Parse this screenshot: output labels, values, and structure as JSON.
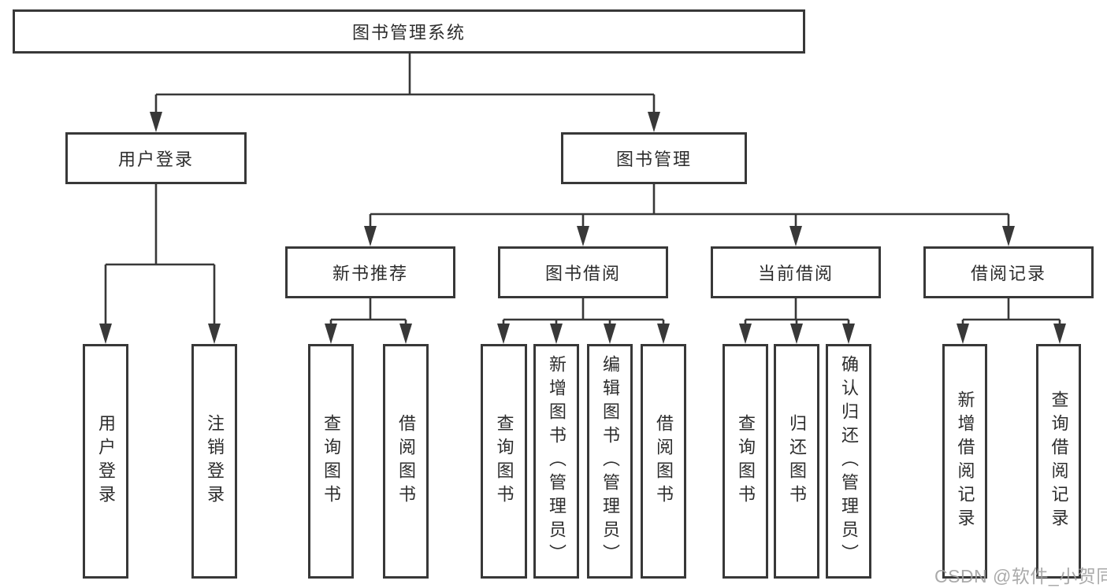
{
  "diagram": {
    "title": "图书管理系统",
    "level2": [
      {
        "label": "用户登录",
        "children": [
          "用户登录",
          "注销登录"
        ]
      },
      {
        "label": "图书管理",
        "children": [
          {
            "label": "新书推荐",
            "children": [
              "查询图书",
              "借阅图书"
            ]
          },
          {
            "label": "图书借阅",
            "children": [
              "查询图书",
              "新增图书（管理员）",
              "编辑图书（管理员）",
              "借阅图书"
            ]
          },
          {
            "label": "当前借阅",
            "children": [
              "查询图书",
              "归还图书",
              "确认归还（管理员）"
            ]
          },
          {
            "label": "借阅记录",
            "children": [
              "新增借阅记录",
              "查询借阅记录"
            ]
          }
        ]
      }
    ]
  },
  "watermark": {
    "text": "CSDN @软件_小贺同学",
    "color": "#9e9e9e"
  },
  "colors": {
    "line": "#383838",
    "border": "#383838",
    "text": "#2d2d2d",
    "node_background": "#ffffff",
    "canvas_background": "#ffffff"
  }
}
